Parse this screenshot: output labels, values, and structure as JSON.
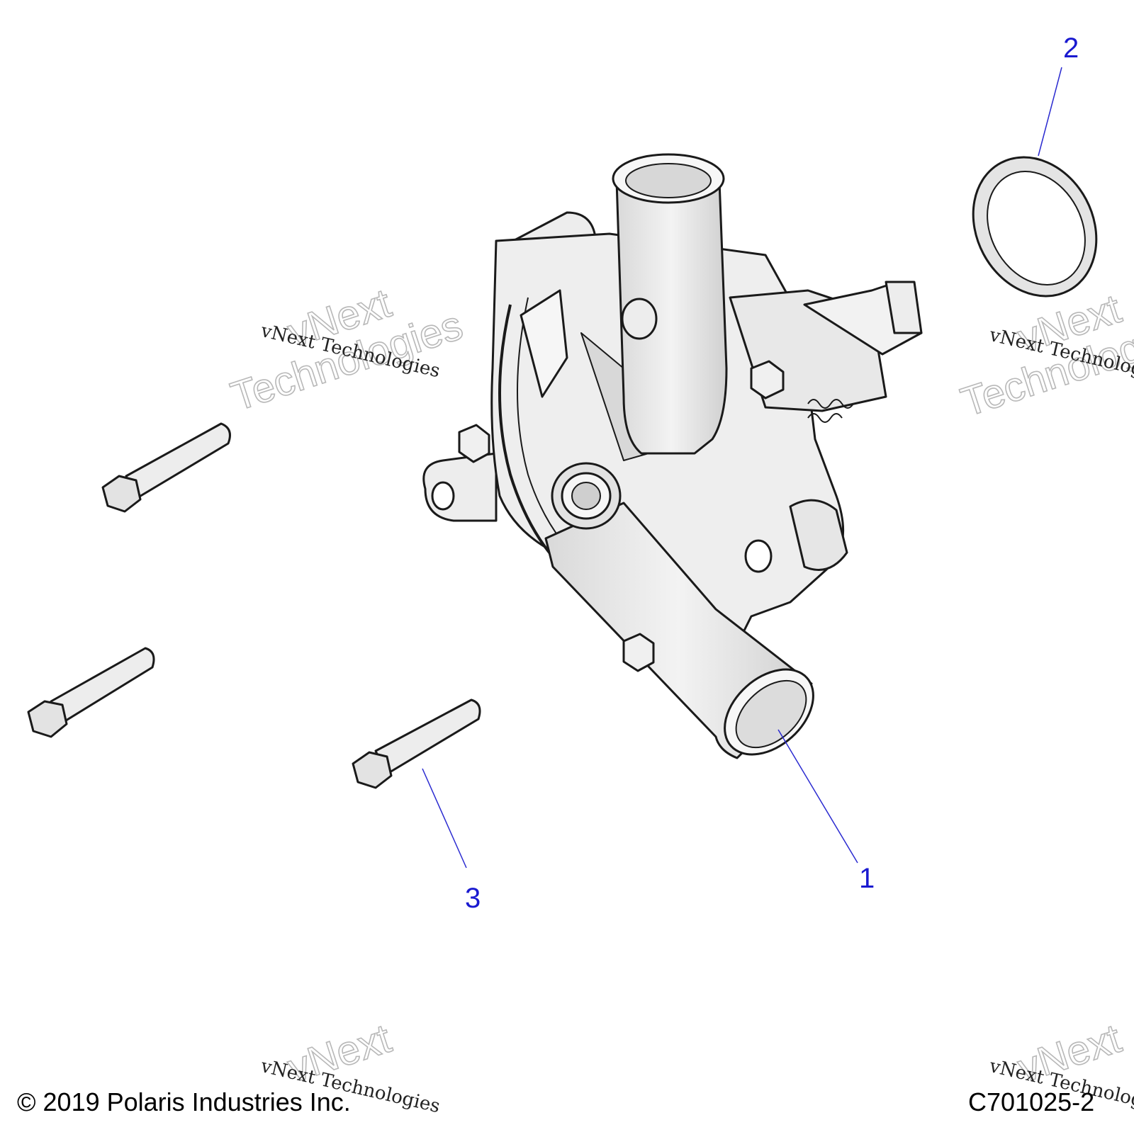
{
  "callouts": [
    {
      "id": "1",
      "label": "1"
    },
    {
      "id": "2",
      "label": "2"
    },
    {
      "id": "3",
      "label": "3"
    }
  ],
  "watermark": {
    "small": "vNext Technologies",
    "big_line1": "vNext",
    "big_line2": "Technologies"
  },
  "footer": {
    "copyright": "© 2019 Polaris Industries Inc.",
    "diagram_code": "C701025-2"
  },
  "colors": {
    "part_fill": "#ededed",
    "part_shade": "#d3d3d3",
    "outline": "#1a1a1a",
    "callout_text": "#1a1ad0",
    "leader_line": "#2a2ad0"
  }
}
